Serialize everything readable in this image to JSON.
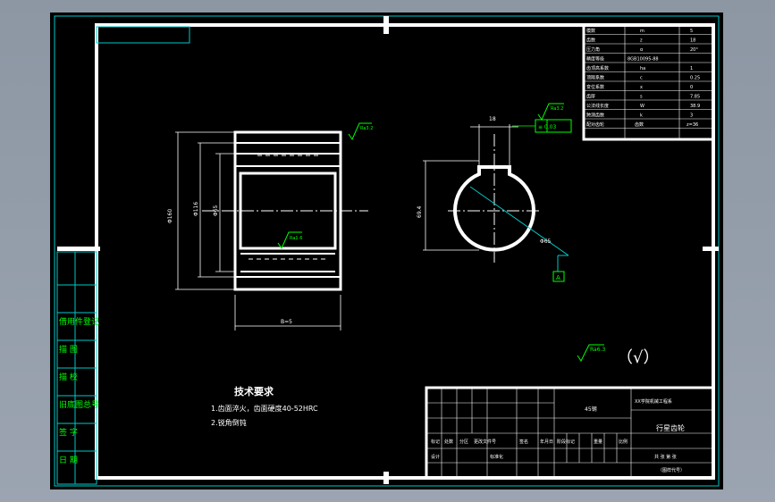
{
  "drawing": {
    "tech_requirements": {
      "title": "技术要求",
      "lines": [
        "1.齿面淬火，齿面硬度40-52HRC",
        "2.锐角倒钝"
      ]
    },
    "front_view": {
      "roughness_top": "Ra3.2",
      "roughness_bore": "Ra1.6",
      "dim_outer": "Φ160",
      "dim_middle": "Φ116",
      "dim_bore": "Φ65",
      "dim_width": "B=5"
    },
    "side_view": {
      "roughness_keyway": "Ra3.2",
      "tolerance_frame": "≡ 0.03",
      "dim_key_width": "18",
      "dim_key_depth": "69.4",
      "dim_bore": "Φ65",
      "datum_label": "A"
    },
    "default_roughness": "Ra6.3",
    "default_roughness_note": "（√）"
  },
  "side_labels": [
    "借用件登记",
    "描 图",
    "描 校",
    "旧底图总号",
    "签 字",
    "日 期"
  ],
  "param_table": {
    "rows": [
      [
        "模数",
        "m",
        "5"
      ],
      [
        "齿数",
        "z",
        "18"
      ],
      [
        "压力角",
        "α",
        "20°"
      ],
      [
        "精度等级",
        "8GB10095-88",
        ""
      ],
      [
        "齿顶高系数",
        "ha",
        "1"
      ],
      [
        "顶隙系数",
        "c",
        "0.25"
      ],
      [
        "变位系数",
        "x",
        "0"
      ],
      [
        "齿厚",
        "s",
        "7.85"
      ],
      [
        "公法线长度",
        "W",
        "38.9"
      ],
      [
        "跨测齿数",
        "k",
        "3"
      ],
      [
        "配对齿轮",
        "齿数",
        "z=36"
      ],
      [
        "",
        "",
        ""
      ]
    ]
  },
  "title_block": {
    "material": "45钢",
    "school": "XX学院机械工程系",
    "part_name": "行星齿轮",
    "sign_labels": [
      "标记",
      "处数",
      "分区",
      "更改文件号",
      "签名",
      "年月日"
    ],
    "stage_labels": [
      "设计",
      "标准化"
    ],
    "scale_row": [
      "阶段标记",
      "重量",
      "比例"
    ],
    "sheet_info": "共 张 第 张",
    "drawing_no": "（图样代号）"
  }
}
